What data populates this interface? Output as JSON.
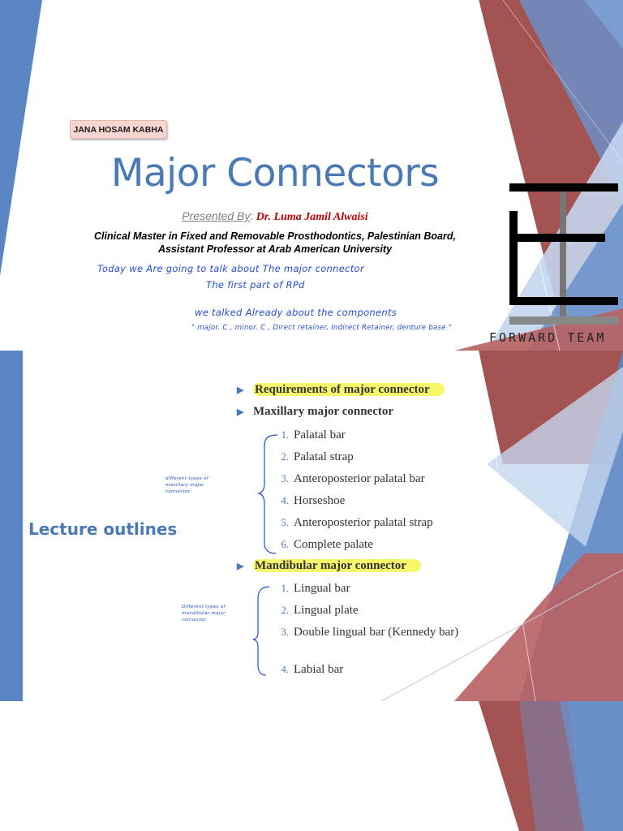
{
  "slide1": {
    "author_badge": "JANA HOSAM KABHA",
    "title": "Major Connectors",
    "presented_by_label": "Presented By",
    "presented_by_colon": ":",
    "presenter_name": " Dr. Luma Jamil Alwaisi",
    "credentials_line1": "Clinical Master in Fixed and Removable Prosthodontics, Palestinian Board,",
    "credentials_line2": "Assistant Professor at Arab American University",
    "handwritten_notes": [
      "Today we Are going to talk about The major connector",
      "The first part of RPd",
      "we talked Already about the components",
      "\" major. C , minor. C , Direct retainer, Indirect Retainer, denture base \""
    ],
    "watermark_text": "FORWARD TEAM"
  },
  "slide2": {
    "title": "Lecture outlines",
    "sections": [
      {
        "label": "Requirements of major connector",
        "highlighted": true
      },
      {
        "label": "Maxillary major connector",
        "highlighted": false
      },
      {
        "label": "Mandibular major connector",
        "highlighted": true
      }
    ],
    "maxillary_items": [
      {
        "num": "1.",
        "text": "Palatal bar"
      },
      {
        "num": "2.",
        "text": "Palatal strap"
      },
      {
        "num": "3.",
        "text": "Anteroposterior palatal bar"
      },
      {
        "num": "4.",
        "text": "Horseshoe"
      },
      {
        "num": "5.",
        "text": "Anteroposterior palatal strap"
      },
      {
        "num": "6.",
        "text": "Complete palate"
      }
    ],
    "mandibular_items": [
      {
        "num": "1.",
        "text": "Lingual bar"
      },
      {
        "num": "2.",
        "text": "Lingual plate"
      },
      {
        "num": "3.",
        "text": "Double lingual bar (Kennedy bar)"
      },
      {
        "num": "4.",
        "text": "Labial bar"
      }
    ],
    "handwritten_notes": [
      "different types of maxillary major connector",
      "Different types of mandibular major connector"
    ]
  },
  "colors": {
    "accent_blue": "#4a7ab5",
    "accent_red": "#a8504f",
    "highlight_yellow": "#f7f76a",
    "presenter_red": "#c00000",
    "ink_blue": "#1f4fd6"
  }
}
